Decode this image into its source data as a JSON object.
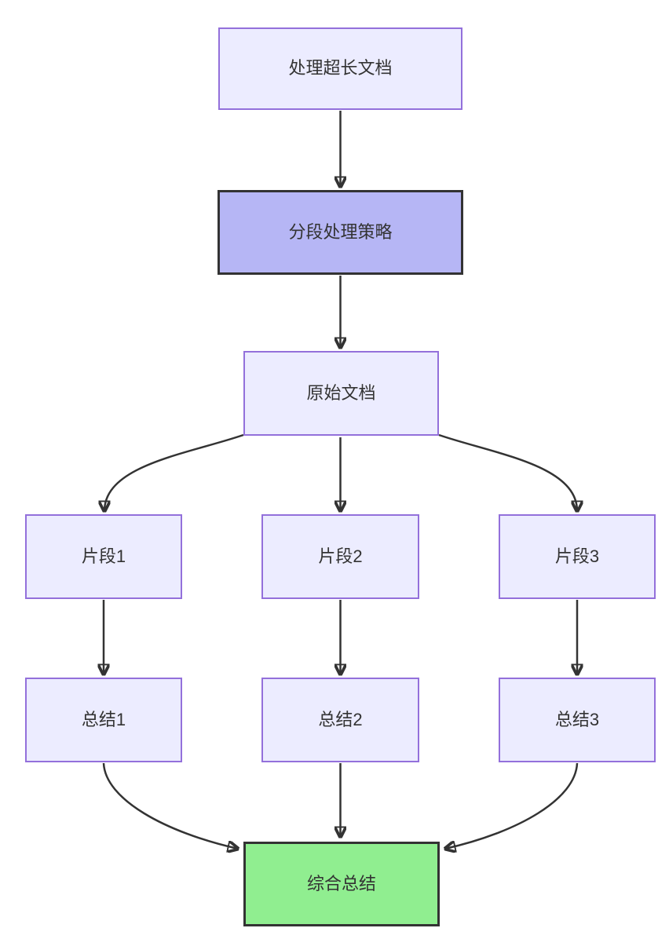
{
  "diagram": {
    "type": "flowchart",
    "direction": "top-down",
    "nodes": {
      "task": {
        "label": "处理超长文档",
        "fill": "#ECECFF",
        "border": "#9370DB"
      },
      "strategy": {
        "label": "分段处理策略",
        "fill": "#B6B6F5",
        "border": "#333333"
      },
      "doc": {
        "label": "原始文档",
        "fill": "#ECECFF",
        "border": "#9370DB"
      },
      "chunk1": {
        "label": "片段1",
        "fill": "#ECECFF",
        "border": "#9370DB"
      },
      "chunk2": {
        "label": "片段2",
        "fill": "#ECECFF",
        "border": "#9370DB"
      },
      "chunk3": {
        "label": "片段3",
        "fill": "#ECECFF",
        "border": "#9370DB"
      },
      "summary1": {
        "label": "总结1",
        "fill": "#ECECFF",
        "border": "#9370DB"
      },
      "summary2": {
        "label": "总结2",
        "fill": "#ECECFF",
        "border": "#9370DB"
      },
      "summary3": {
        "label": "总结3",
        "fill": "#ECECFF",
        "border": "#9370DB"
      },
      "final": {
        "label": "综合总结",
        "fill": "#90EE90",
        "border": "#333333"
      }
    },
    "edges": [
      {
        "from": "task",
        "to": "strategy"
      },
      {
        "from": "strategy",
        "to": "doc"
      },
      {
        "from": "doc",
        "to": "chunk1"
      },
      {
        "from": "doc",
        "to": "chunk2"
      },
      {
        "from": "doc",
        "to": "chunk3"
      },
      {
        "from": "chunk1",
        "to": "summary1"
      },
      {
        "from": "chunk2",
        "to": "summary2"
      },
      {
        "from": "chunk3",
        "to": "summary3"
      },
      {
        "from": "summary1",
        "to": "final"
      },
      {
        "from": "summary2",
        "to": "final"
      },
      {
        "from": "summary3",
        "to": "final"
      }
    ],
    "colors": {
      "edge": "#333333",
      "text": "#333333",
      "background": "#FFFFFF"
    }
  }
}
